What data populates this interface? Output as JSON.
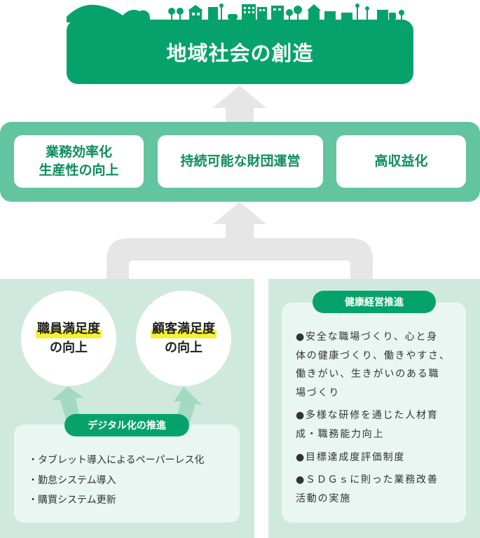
{
  "top": {
    "title": "地域社会の創造"
  },
  "goals": {
    "efficiency_line1": "業務効率化",
    "efficiency_line2": "生産性の向上",
    "sustainable": "持続可能な財団運営",
    "profit": "高収益化"
  },
  "left_panel": {
    "circle1_line1": "職員満足度",
    "circle1_line2": "の向上",
    "circle2_line1": "顧客満足度",
    "circle2_line2": "の向上",
    "pill": "デジタル化の推進",
    "items": [
      "・タブレット導入によるペーパーレス化",
      "・勤怠システム導入",
      "・購買システム更新"
    ]
  },
  "right_panel": {
    "pill": "健康経営推進",
    "item1_lines": [
      "●安全な職場づくり、心と身",
      "体の健康づくり、働きやすさ、",
      "働きがい、生きがいのある職",
      "場づくり"
    ],
    "item2_lines": [
      "●多様な研修を通じた人材育",
      "成・職務能力向上"
    ],
    "item3": "●目標達成度評価制度",
    "item4_lines": [
      "●ＳＤＧｓに則った業務改善",
      "活動の実施"
    ]
  },
  "colors": {
    "primary_green": "#05a36b",
    "mid_green": "#63c4a0",
    "panel_green": "#cfe9df",
    "highlight_yellow": "#f8f033",
    "arrow_gray": "#e6e6e6"
  }
}
